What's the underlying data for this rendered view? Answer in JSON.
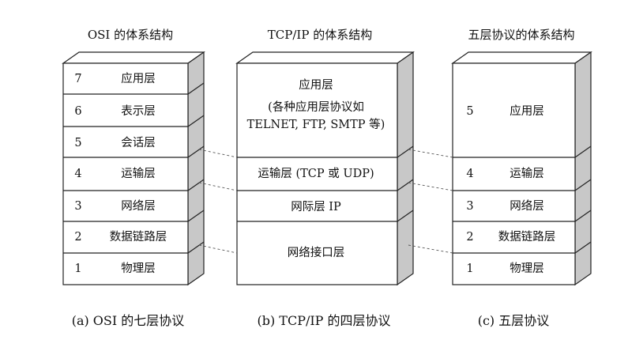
{
  "titles": {
    "osi": "OSI 的体系结构",
    "tcpip": "TCP/IP 的体系结构",
    "five": "五层协议的体系结构"
  },
  "osi_layers": [
    {
      "num": "7",
      "name": "应用层"
    },
    {
      "num": "6",
      "name": "表示层"
    },
    {
      "num": "5",
      "name": "会话层"
    },
    {
      "num": "4",
      "name": "运输层"
    },
    {
      "num": "3",
      "name": "网络层"
    },
    {
      "num": "2",
      "name": "数据链路层"
    },
    {
      "num": "1",
      "name": "物理层"
    }
  ],
  "tcpip_layers": {
    "application": {
      "line1": "应用层",
      "line2": "(各种应用层协议如",
      "line3": "TELNET, FTP, SMTP 等)"
    },
    "transport": "运输层 (TCP 或 UDP)",
    "internet": "网际层 IP",
    "network_interface": "网络接口层"
  },
  "five_layers": [
    {
      "num": "5",
      "name": "应用层"
    },
    {
      "num": "4",
      "name": "运输层"
    },
    {
      "num": "3",
      "name": "网络层"
    },
    {
      "num": "2",
      "name": "数据链路层"
    },
    {
      "num": "1",
      "name": "物理层"
    }
  ],
  "captions": {
    "osi": "(a) OSI 的七层协议",
    "tcpip": "(b) TCP/IP 的四层协议",
    "five": "(c)  五层协议"
  },
  "colors": {
    "stroke": "#222222",
    "side_face": "#c8c8c8",
    "top_face": "#ffffff",
    "dashed": "#555555"
  }
}
